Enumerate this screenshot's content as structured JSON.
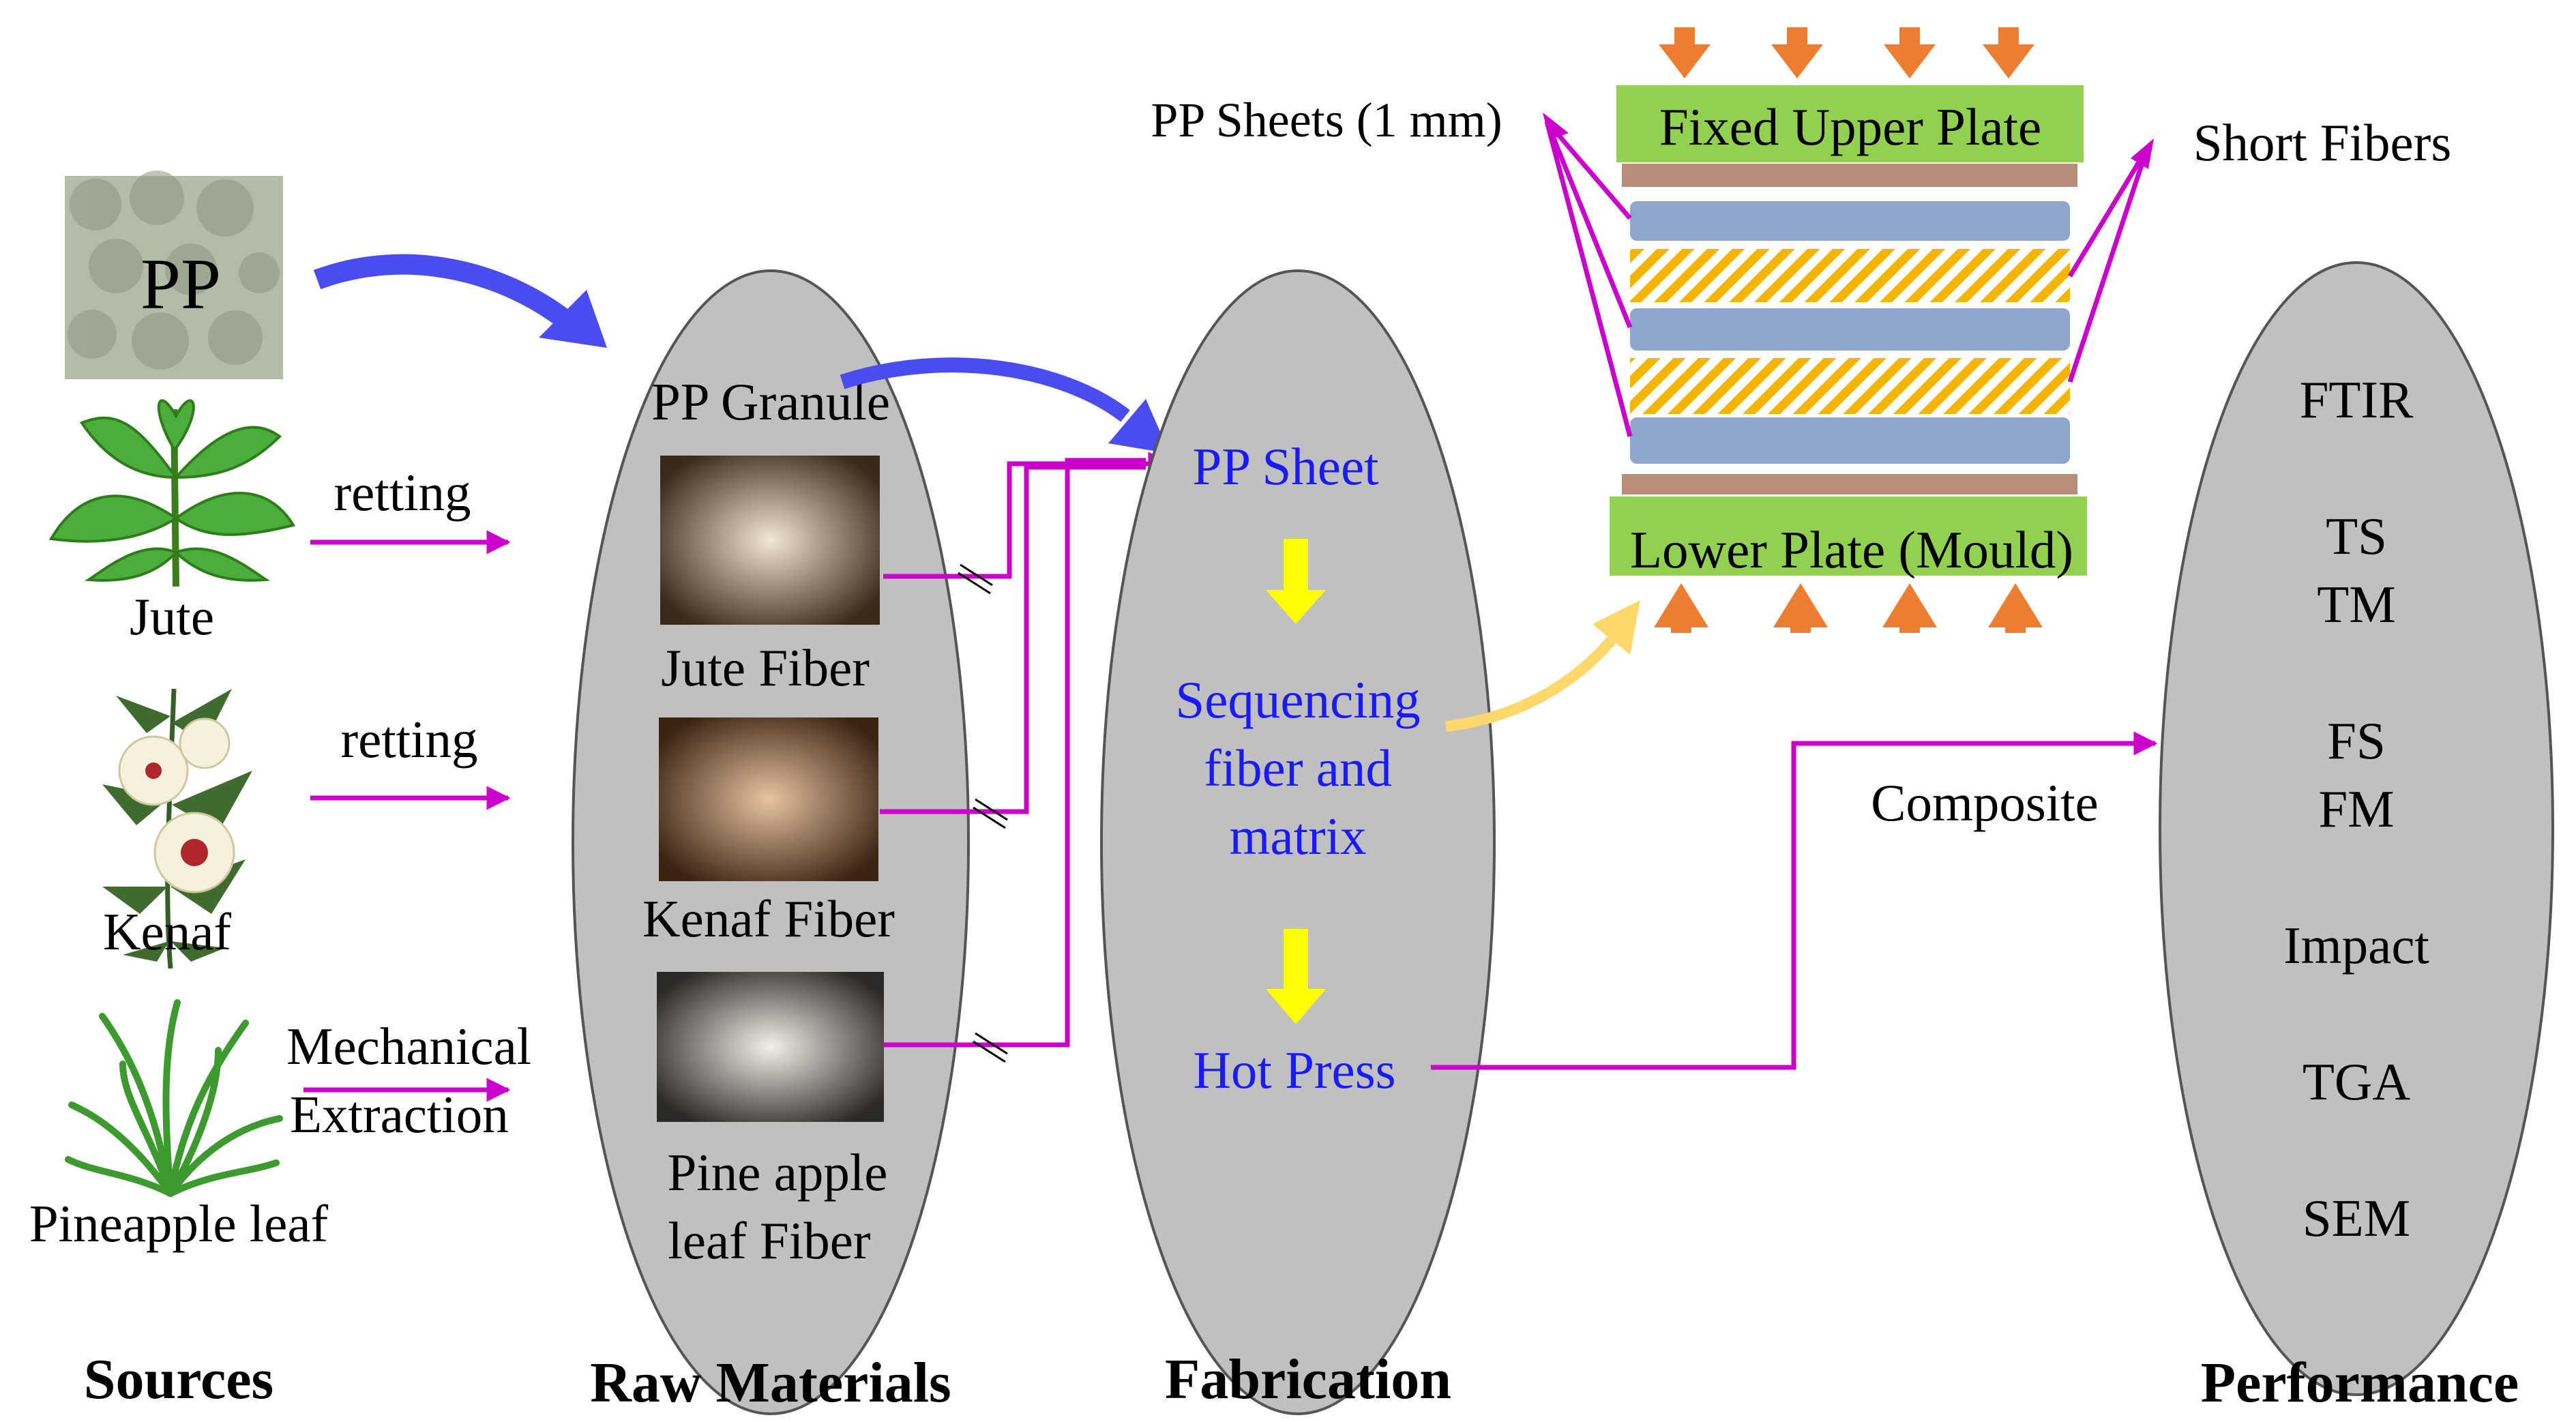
{
  "sources": {
    "pp_label": "PP",
    "jute": "Jute",
    "kenaf": "Kenaf",
    "pineapple": "Pineapple leaf",
    "retting_1": "retting",
    "retting_2": "retting",
    "mechanical_1": "Mechanical",
    "mechanical_2": "Extraction"
  },
  "raw_materials": {
    "pp_granule": "PP Granule",
    "jute_fiber": "Jute Fiber",
    "kenaf_fiber": "Kenaf Fiber",
    "pine_1": "Pine apple",
    "pine_2": "leaf Fiber"
  },
  "fabrication": {
    "pp_sheet": "PP Sheet",
    "seq_1": "Sequencing",
    "seq_2": "fiber and",
    "seq_3": "matrix",
    "hot_press": "Hot Press"
  },
  "press": {
    "upper_plate": "Fixed Upper Plate",
    "lower_plate": "Lower Plate (Mould)",
    "pp_sheets": "PP Sheets (1 mm)",
    "short_fibers": "Short Fibers",
    "composite": "Composite"
  },
  "performance": {
    "ftir": "FTIR",
    "ts": "TS",
    "tm": "TM",
    "fs": "FS",
    "fm": "FM",
    "impact": "Impact",
    "tga": "TGA",
    "sem": "SEM"
  },
  "categories": {
    "sources": "Sources",
    "raw_materials": "Raw Materials",
    "fabrication": "Fabrication",
    "performance": "Performance"
  },
  "colors": {
    "sources": "#1fa84a",
    "raw_materials": "#1a1aff",
    "fabrication": "#cc22cc",
    "performance": "#ee1111",
    "connector": "#cc00cc",
    "ellipse_fill": "#c0c0c0",
    "plate_green": "#92d050",
    "sheet_blue": "#8fa6cc",
    "press_arrow": "#ed7d31"
  }
}
